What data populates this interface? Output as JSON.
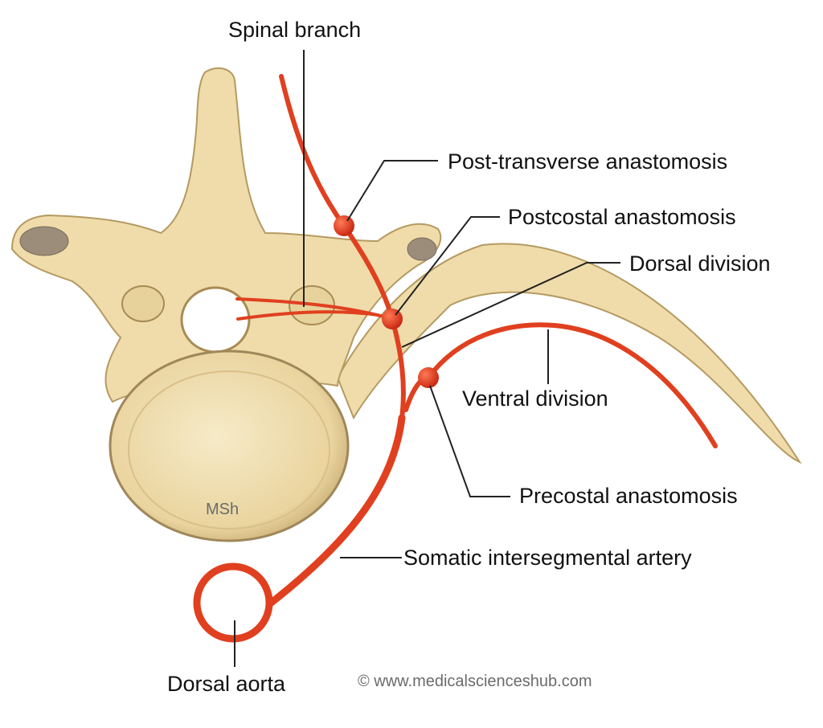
{
  "labels": {
    "spinal_branch": "Spinal branch",
    "post_transverse": "Post-transverse anastomosis",
    "postcostal": "Postcostal anastomosis",
    "dorsal_division": "Dorsal division",
    "ventral_division": "Ventral division",
    "precostal": "Precostal anastomosis",
    "somatic": "Somatic intersegmental artery",
    "dorsal_aorta": "Dorsal aorta"
  },
  "watermark": "MSh",
  "copyright": "© www.medicalscienceshub.com",
  "colors": {
    "artery": "#e0401f",
    "bone": "#efdcaa"
  }
}
